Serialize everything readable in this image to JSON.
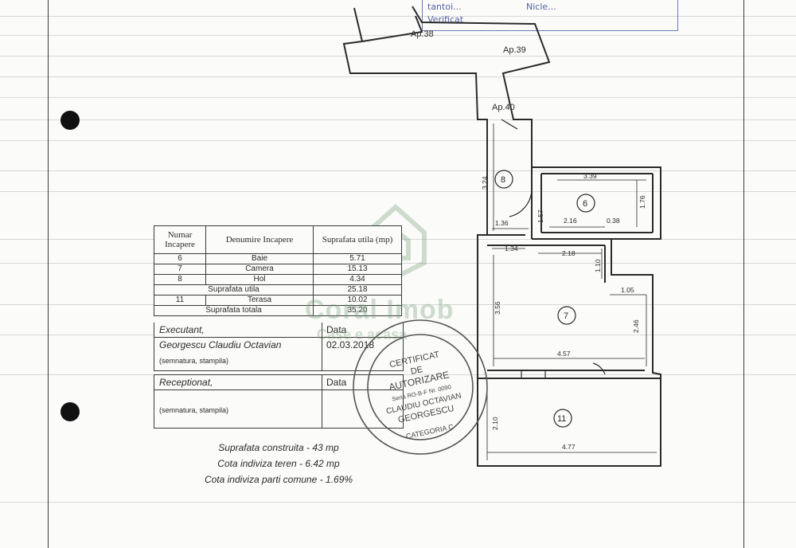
{
  "header_stamp": {
    "text_left": "tantoi...",
    "text_right": "Nicle...",
    "text_bottom": "Verificat"
  },
  "plan": {
    "apartments": [
      "Ap.38",
      "Ap.39",
      "Ap.40"
    ],
    "rooms": [
      "8",
      "6",
      "7",
      "11"
    ],
    "dimensions": [
      "3.24",
      "3.39",
      "1.76",
      "1.36",
      "1.57",
      "2.16",
      "0.38",
      "1.34",
      "2.18",
      "1.10",
      "1.05",
      "3.56",
      "2.46",
      "4.57",
      "2.10",
      "4.77"
    ]
  },
  "table": {
    "headers": [
      "Numar Incapere",
      "Denumire Incapere",
      "Suprafata utila (mp)"
    ],
    "rows": [
      {
        "nr": "6",
        "name": "Baie",
        "area": "5.71"
      },
      {
        "nr": "7",
        "name": "Camera",
        "area": "15.13"
      },
      {
        "nr": "8",
        "name": "Hol",
        "area": "4.34"
      }
    ],
    "util_label": "Suprafata utila",
    "util_value": "25.18",
    "terrace": {
      "nr": "11",
      "name": "Terasa",
      "area": "10.02"
    },
    "total_label": "Suprafata totala",
    "total_value": "35.20"
  },
  "executant": {
    "label": "Executant,",
    "date_label": "Data",
    "name": "Georgescu Claudiu Octavian",
    "date": "02.03.2018",
    "sign_note": "(semnatura, stampila)"
  },
  "receptionat": {
    "label": "Receptionat,",
    "date_label": "Data",
    "sign_note": "(semnatura, stampila)"
  },
  "footer": {
    "constructed": "Suprafata construita - 43 mp",
    "land_share": "Cota indiviza teren - 6.42 mp",
    "common_share": "Cota indiviza parti comune - 1.69%"
  },
  "round_stamp": {
    "lines": [
      "CERTIFICAT",
      "DE",
      "AUTORIZARE",
      "Seria RO-B-F Nr. 0090",
      "CLAUDIU OCTAVIAN",
      "GEORGESCU",
      "CATEGORIA C"
    ]
  },
  "watermark": {
    "brand": "Coral Imob",
    "tagline": "Case e acasa"
  }
}
